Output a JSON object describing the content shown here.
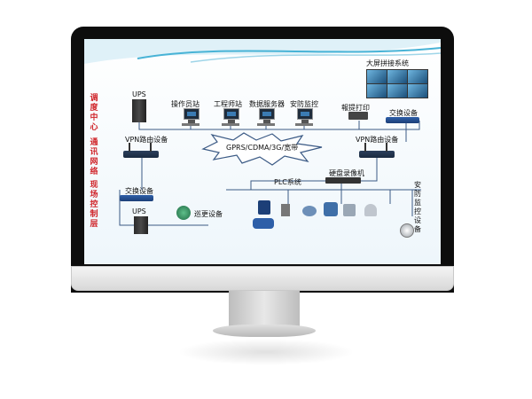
{
  "bands": {
    "dispatch": "调度中心",
    "comm": "通讯网络",
    "field": "现场控制层"
  },
  "labels": {
    "ups_top": "UPS",
    "operator": "操作员站",
    "engineer": "工程师站",
    "dataserver": "数据服务器",
    "security": "安防监控",
    "printer": "報提打印",
    "videowall": "大屏拼接系统",
    "switch_top": "交换设备",
    "vpn_left": "VPN路由设备",
    "vpn_right": "VPN路由设备",
    "network": "GPRS/CDMA/3G/宽带",
    "dvr": "硬盘录像机",
    "plc": "PLC系统",
    "switch_field": "交换设备",
    "ups_field": "UPS",
    "patrol": "巡更设备",
    "security_field": "安防监控设备"
  },
  "colors": {
    "band_label": "#d0262b",
    "line": "#3b5a85",
    "swoosh": "#48b3d6"
  }
}
